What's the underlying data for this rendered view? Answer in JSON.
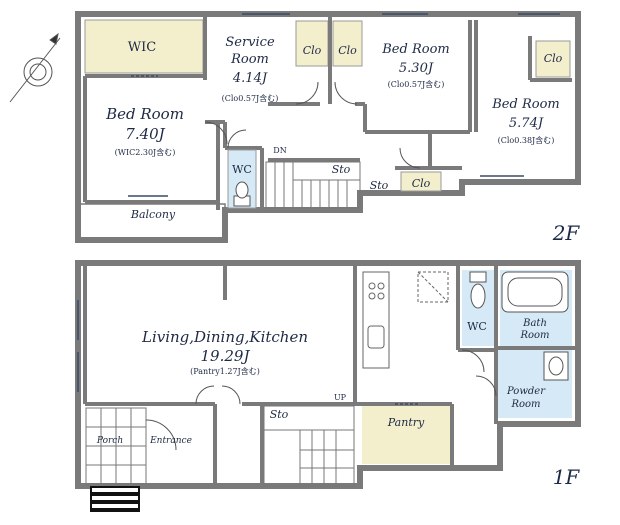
{
  "floors": {
    "second": "2F",
    "first": "1F"
  },
  "second_floor": {
    "wic": "WIC",
    "bed_room_1": {
      "name": "Bed Room",
      "size": "7.40J",
      "note": "(WIC2.30J含む)"
    },
    "service_room": {
      "name_line1": "Service",
      "name_line2": "Room",
      "size": "4.14J",
      "note": "(Clo0.57J含む)"
    },
    "bed_room_2": {
      "name": "Bed Room",
      "size": "5.30J",
      "note": "(Clo0.57J含む)"
    },
    "bed_room_3": {
      "name": "Bed Room",
      "size": "5.74J",
      "note": "(Clo0.38J含む)"
    },
    "closet_label": "Clo",
    "wc": "WC",
    "storage": "Sto",
    "dn": "DN",
    "balcony": "Balcony"
  },
  "first_floor": {
    "ldk": {
      "name": "Living,Dining,Kitchen",
      "size": "19.29J",
      "note": "(Pantry1.27J含む)"
    },
    "wc": "WC",
    "bath_line1": "Bath",
    "bath_line2": "Room",
    "powder_line1": "Powder",
    "powder_line2": "Room",
    "storage": "Sto",
    "up": "UP",
    "pantry": "Pantry",
    "porch": "Porch",
    "entrance": "Entrance"
  },
  "colors": {
    "wall": "#7a7a7a",
    "closet_fill": "#f3eecc",
    "wet_fill": "#d6e9f6",
    "text": "#1e2a45",
    "window": "#3a4a66"
  }
}
